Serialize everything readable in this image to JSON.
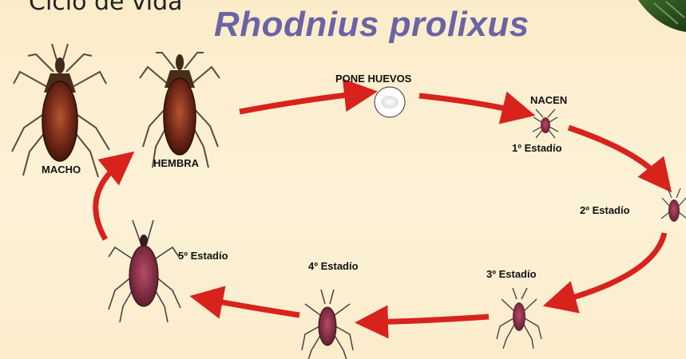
{
  "header": {
    "subtitle": "Ciclo de vida",
    "title": "Rhodnius prolixus"
  },
  "stages": {
    "macho": "MACHO",
    "hembra": "HEMBRA",
    "pone_huevos": "PONE HUEVOS",
    "nacen": "NACEN",
    "estadio_1": "1º Estadío",
    "estadio_2": "2º Estadío",
    "estadio_3": "3º Estadío",
    "estadio_4": "4º Estadío",
    "estadio_5": "5º Estadío"
  },
  "colors": {
    "title": "#6a63a6",
    "arrow": "#d8231c",
    "background": "#fbecc9"
  }
}
